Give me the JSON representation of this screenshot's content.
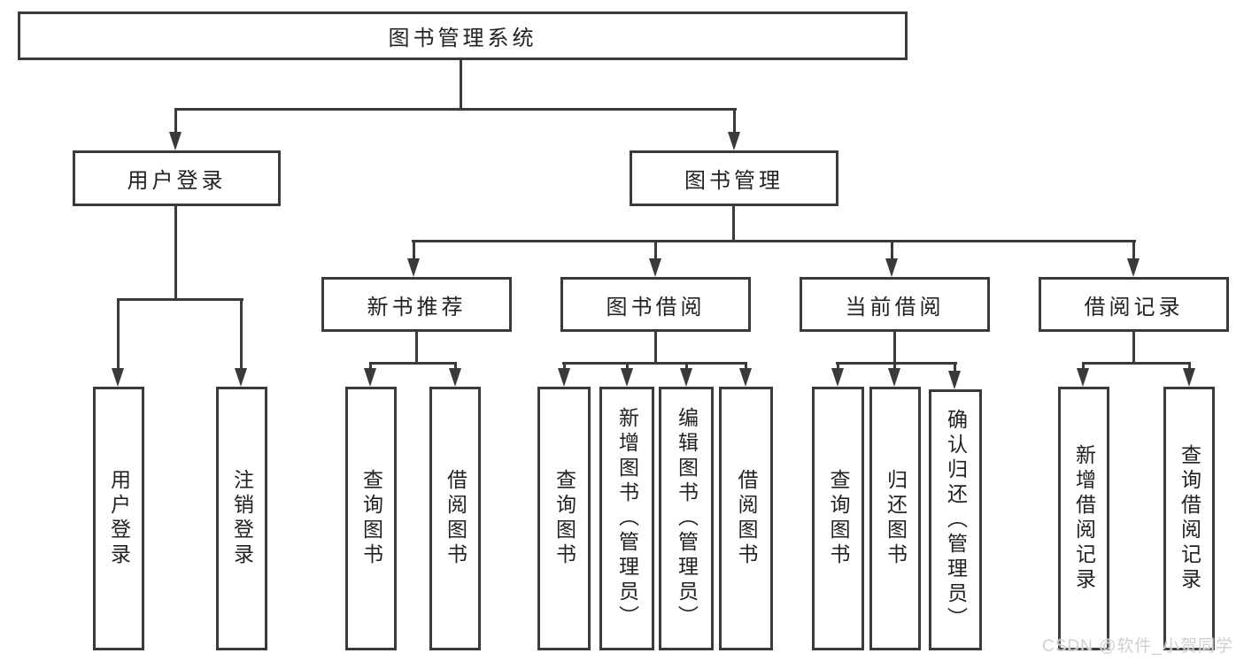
{
  "diagram_title": "图书管理系统",
  "nodes": {
    "root": "图书管理系统",
    "userLogin": "用户登录",
    "bookMgmt": "图书管理",
    "newBooks": "新书推荐",
    "bookBorrow": "图书借阅",
    "currentBorrow": "当前借阅",
    "borrowRecords": "借阅记录",
    "leafLogin": "用户登录",
    "leafLogout": "注销登录",
    "nbQuery": "查询图书",
    "nbBorrow": "借阅图书",
    "bbQuery": "查询图书",
    "bbAdd": "新增图书（管理员）",
    "bbEdit": "编辑图书（管理员）",
    "bbBorrow": "借阅图书",
    "cbQuery": "查询图书",
    "cbReturn": "归还图书",
    "cbConfirm": "确认归还（管理员）",
    "brAdd": "新增借阅记录",
    "brQuery": "查询借阅记录"
  },
  "hierarchy": {
    "图书管理系统": {
      "用户登录": [
        "用户登录",
        "注销登录"
      ],
      "图书管理": {
        "新书推荐": [
          "查询图书",
          "借阅图书"
        ],
        "图书借阅": [
          "查询图书",
          "新增图书（管理员）",
          "编辑图书（管理员）",
          "借阅图书"
        ],
        "当前借阅": [
          "查询图书",
          "归还图书",
          "确认归还（管理员）"
        ],
        "借阅记录": [
          "新增借阅记录",
          "查询借阅记录"
        ]
      }
    }
  },
  "watermark": "CSDN @软件_小贺同学",
  "colors": {
    "line": "#3a3a3a",
    "text": "#222222",
    "background": "#ffffff",
    "watermark": "#d0d0d0"
  }
}
